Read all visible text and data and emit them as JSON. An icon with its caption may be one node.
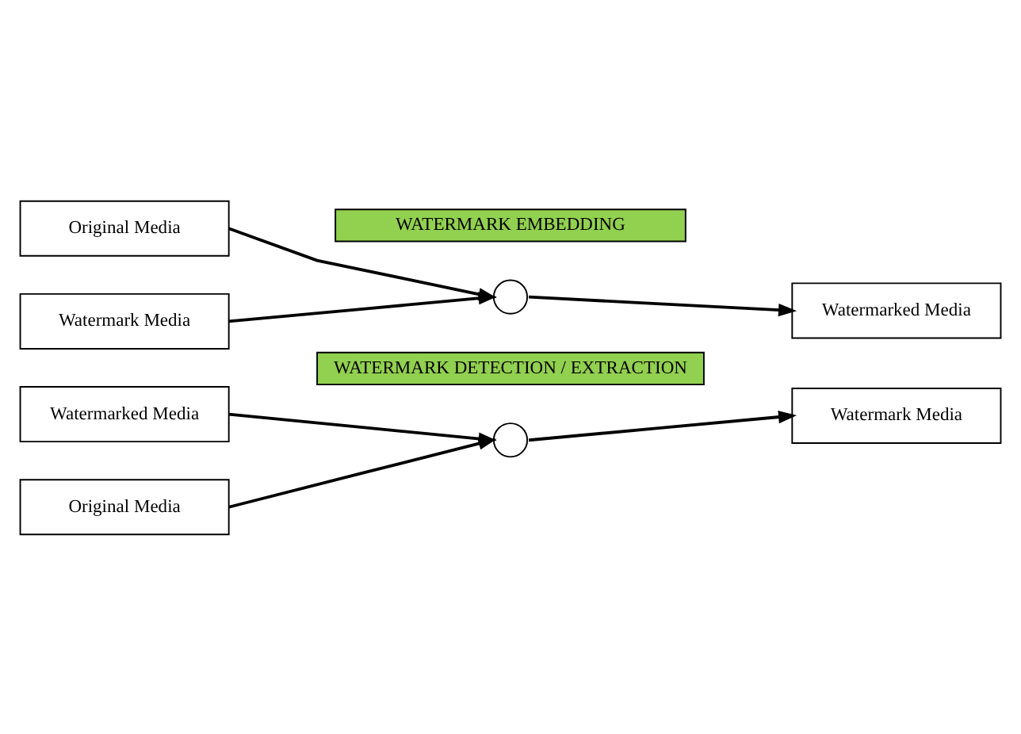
{
  "diagram": {
    "nodes": [
      {
        "text": [
          "WATERMARK EMBEDDING"
        ]
      },
      {
        "text": [
          "Original Media"
        ]
      },
      {
        "text": [
          "Watermark Media"
        ]
      },
      {
        "text": [],
        "shape": "circle"
      },
      {
        "text": [
          "Watermarked Media"
        ]
      },
      {
        "text": [
          "WATERMARK DETECTION / EXTRACTION"
        ]
      },
      {
        "text": [
          "Watermarked Media"
        ]
      },
      {
        "text": [
          "Original Media"
        ]
      },
      {
        "text": [],
        "shape": "circle"
      },
      {
        "text": [
          "Watermark Media"
        ]
      }
    ],
    "edges": [
      {
        "from": 1,
        "to": 3,
        "arrow": "to"
      },
      {
        "from": 2,
        "to": 3,
        "arrow": "to"
      },
      {
        "from": 3,
        "to": 4,
        "arrow": "to"
      },
      {
        "from": 6,
        "to": 8,
        "arrow": "to"
      },
      {
        "from": 7,
        "to": 8,
        "arrow": "to"
      },
      {
        "from": 8,
        "to": 9,
        "arrow": "to"
      }
    ]
  }
}
